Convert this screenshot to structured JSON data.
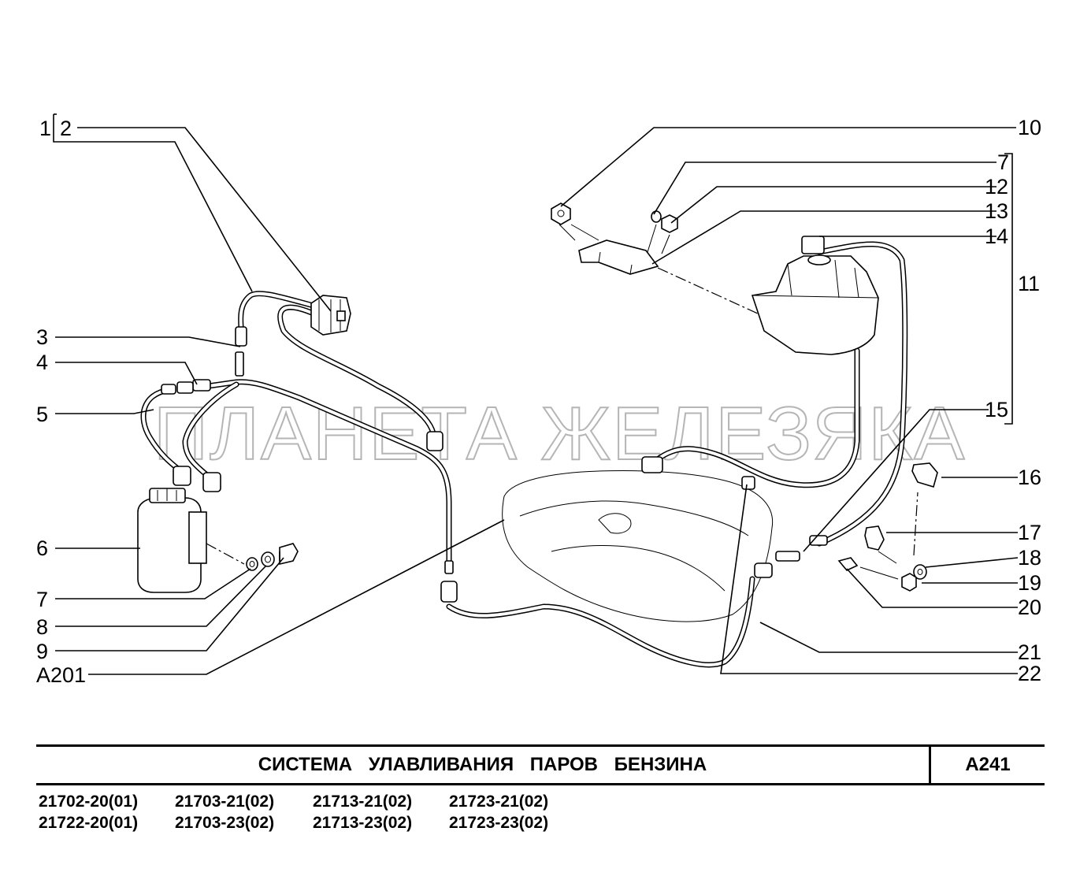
{
  "diagram": {
    "watermark": "ПЛАНЕТА ЖЕЛЕЗЯКА",
    "callouts": {
      "c1": "1",
      "c2": "2",
      "c3": "3",
      "c4": "4",
      "c5": "5",
      "c6": "6",
      "c7_left": "7",
      "c8": "8",
      "c9": "9",
      "a201": "A201",
      "c10": "10",
      "c7_right": "7",
      "c12": "12",
      "c13": "13",
      "c14": "14",
      "c11": "11",
      "c15": "15",
      "c16": "16",
      "c17": "17",
      "c18": "18",
      "c19": "19",
      "c20": "20",
      "c21": "21",
      "c22": "22"
    }
  },
  "title_block": {
    "title": "СИСТЕМА УЛАВЛИВАНИЯ ПАРОВ БЕНЗИНА",
    "sheet_code": "A241"
  },
  "models": [
    "21702-20(01)",
    "21703-21(02)",
    "21713-21(02)",
    "21723-21(02)",
    "21722-20(01)",
    "21703-23(02)",
    "21713-23(02)",
    "21723-23(02)"
  ]
}
